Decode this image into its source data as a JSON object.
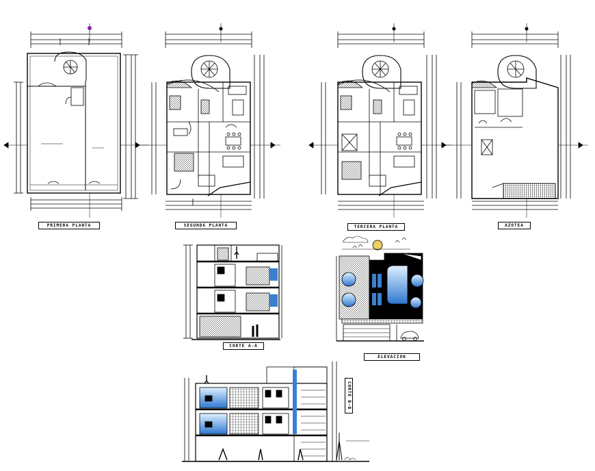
{
  "drawing_titles": {
    "plan_1": "PRIMERA PLANTA",
    "plan_2": "SEGUNDA PLANTA",
    "plan_3": "TERCERA PLANTA",
    "roof": "AZOTEA",
    "section_aa": "CORTE A-A",
    "elevation": "ELEVACION",
    "section_bb": "CORTE B-B"
  },
  "colors": {
    "line": "#000000",
    "glass_blue": "#3a7fd0",
    "light_blue": "#bcd9f5",
    "north_marker": "#8b1fa8",
    "sun": "#f0d060"
  }
}
